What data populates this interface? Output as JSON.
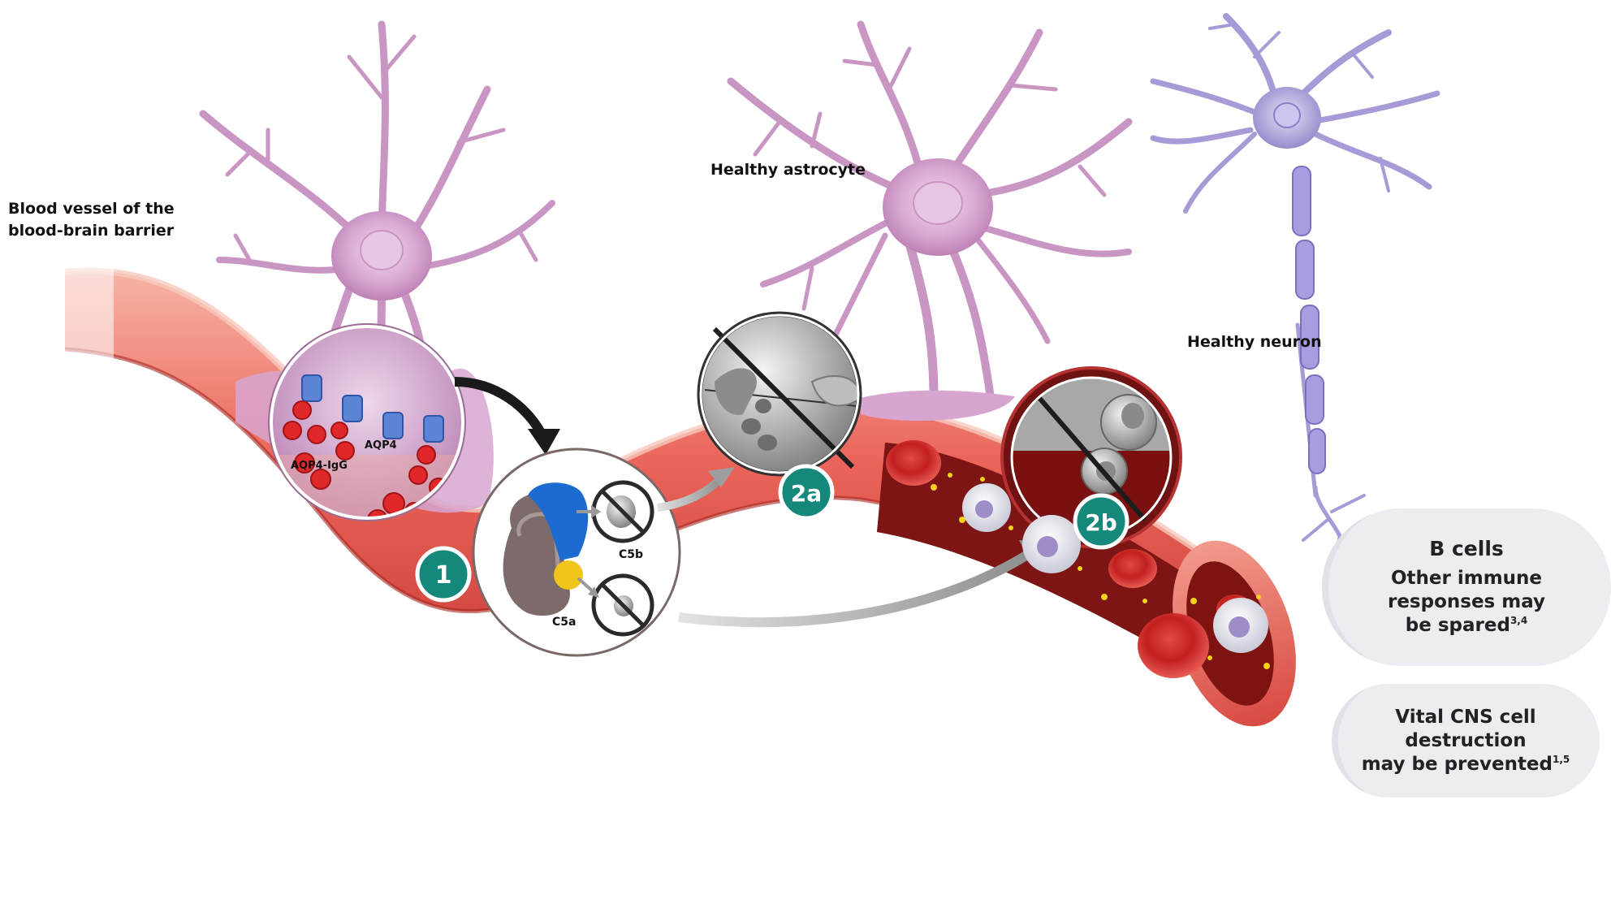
{
  "labels": {
    "blood_vessel_line1": "Blood vessel of the",
    "blood_vessel_line2": "blood-brain barrier",
    "healthy_astrocyte": "Healthy astrocyte",
    "healthy_neuron": "Healthy neuron",
    "aqp4": "AQP4",
    "aqp4_igg": "AQP4-IgG",
    "c5b": "C5b",
    "c5a": "C5a"
  },
  "steps": {
    "step1": "1",
    "step2a": "2a",
    "step2b": "2b"
  },
  "pill1": {
    "heading": "B cells",
    "line1": "Other immune",
    "line2": "responses may",
    "line3": "be spared",
    "sup": "3,4"
  },
  "pill2": {
    "line1": "Vital CNS cell destruction",
    "line2": "may be prevented",
    "sup": "1,5"
  },
  "colors": {
    "vessel": "#e8524f",
    "vessel_dark": "#b62b2b",
    "astrocyte": "#c98fc3",
    "neuron": "#9b8fd0",
    "badge": "#13887b",
    "antibody": "#e0282a",
    "aqp4": "#5b84d4",
    "complement_blue": "#1d6bd0",
    "complement_yellow": "#f1c41a",
    "pill": "#ececf1"
  }
}
